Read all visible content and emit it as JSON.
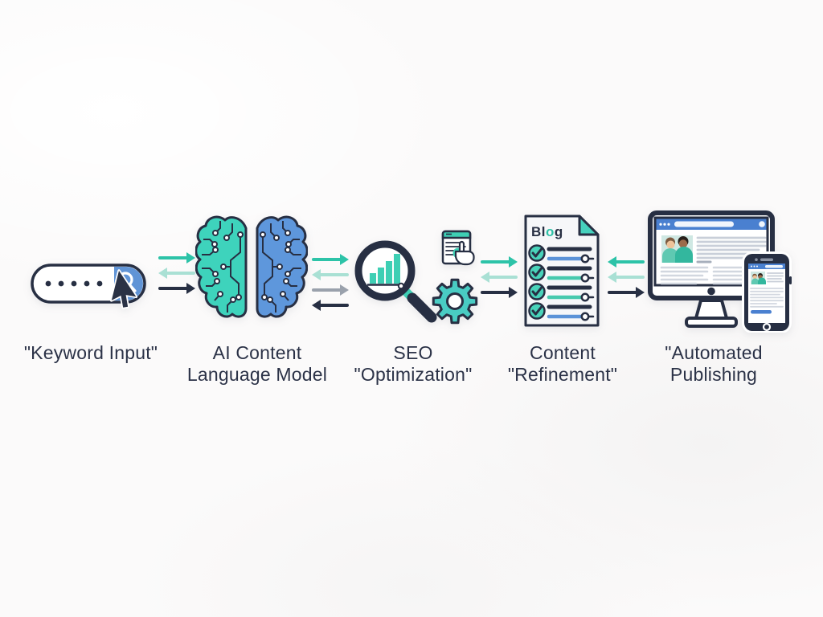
{
  "stages": [
    {
      "name": "keyword-input",
      "icon": "search-pill-with-cursor-icon",
      "label_lines": [
        "\"Keyword Input\""
      ]
    },
    {
      "name": "ai-language-model",
      "icon": "circuit-brain-icon",
      "label_lines": [
        "AI Content",
        "Language Model"
      ]
    },
    {
      "name": "seo-optimization",
      "icon": "magnifier-chart-gear-icon",
      "label_lines": [
        "SEO",
        "\"Optimization\""
      ]
    },
    {
      "name": "content-refinement",
      "icon": "blog-checklist-icon",
      "label_lines": [
        "Content",
        "\"Refinement\""
      ]
    },
    {
      "name": "automated-publishing",
      "icon": "desktop-and-phone-icon",
      "label_lines": [
        "\"Automated",
        "Publishing"
      ]
    }
  ],
  "keyword_input": {
    "dots_count": 5
  },
  "blog_document": {
    "title_parts": {
      "b": "Bl",
      "o": "o",
      "g": "g"
    },
    "rows": [
      {
        "slider_color": "#5b93d8"
      },
      {
        "slider_color": "#46c9ae"
      },
      {
        "slider_color": "#46c9ae"
      },
      {
        "slider_color": "#5b93d8"
      }
    ]
  },
  "connections": [
    {
      "from": "keyword-input",
      "to": "ai-language-model",
      "arrows": [
        {
          "dir": "right",
          "color": "#2dc3a8"
        },
        {
          "dir": "left",
          "color": "#a9e0d4"
        },
        {
          "dir": "right",
          "color": "#272f43"
        }
      ]
    },
    {
      "from": "ai-language-model",
      "to": "seo-optimization",
      "arrows": [
        {
          "dir": "right",
          "color": "#2dc3a8"
        },
        {
          "dir": "left",
          "color": "#a9e0d4"
        },
        {
          "dir": "right",
          "color": "#9aa1ac"
        },
        {
          "dir": "left",
          "color": "#272f43"
        }
      ]
    },
    {
      "from": "seo-optimization",
      "to": "content-refinement",
      "arrows": [
        {
          "dir": "right",
          "color": "#2dc3a8"
        },
        {
          "dir": "left",
          "color": "#a9e0d4"
        },
        {
          "dir": "right",
          "color": "#272f43"
        }
      ]
    },
    {
      "from": "content-refinement",
      "to": "automated-publishing",
      "arrows": [
        {
          "dir": "left",
          "color": "#2dc3a8"
        },
        {
          "dir": "left",
          "color": "#a9e0d4"
        },
        {
          "dir": "right",
          "color": "#272f43"
        }
      ]
    }
  ],
  "colors": {
    "teal": "#2dc3a8",
    "teal_light": "#a9e0d4",
    "brain_left": "#3ed3bc",
    "brain_right": "#5e97dc",
    "gear_teal": "#49ccc3",
    "chart_bar_teal": "#3ecfb4",
    "check_teal": "#49d3ba",
    "fold_teal": "#46d1bd",
    "blue": "#5b93d8",
    "browser_blue": "#4a80d0",
    "navy": "#272f43",
    "gray_arrow": "#9aa1ac",
    "label_text": "#2b3247",
    "background": "#fbfafa"
  },
  "icons_legend": {
    "search-pill-with-cursor-icon": "rounded search field, dotted query, magnifier button, mouse cursor",
    "circuit-brain-icon": "two-hemisphere brain with circuit traces and nodes",
    "magnifier-chart-gear-icon": "magnifying glass over rising bar chart, clicked document, gear",
    "blog-checklist-icon": "blog page with checkmarks and slider rows",
    "desktop-and-phone-icon": "desktop monitor and smartphone showing a published blog article"
  }
}
